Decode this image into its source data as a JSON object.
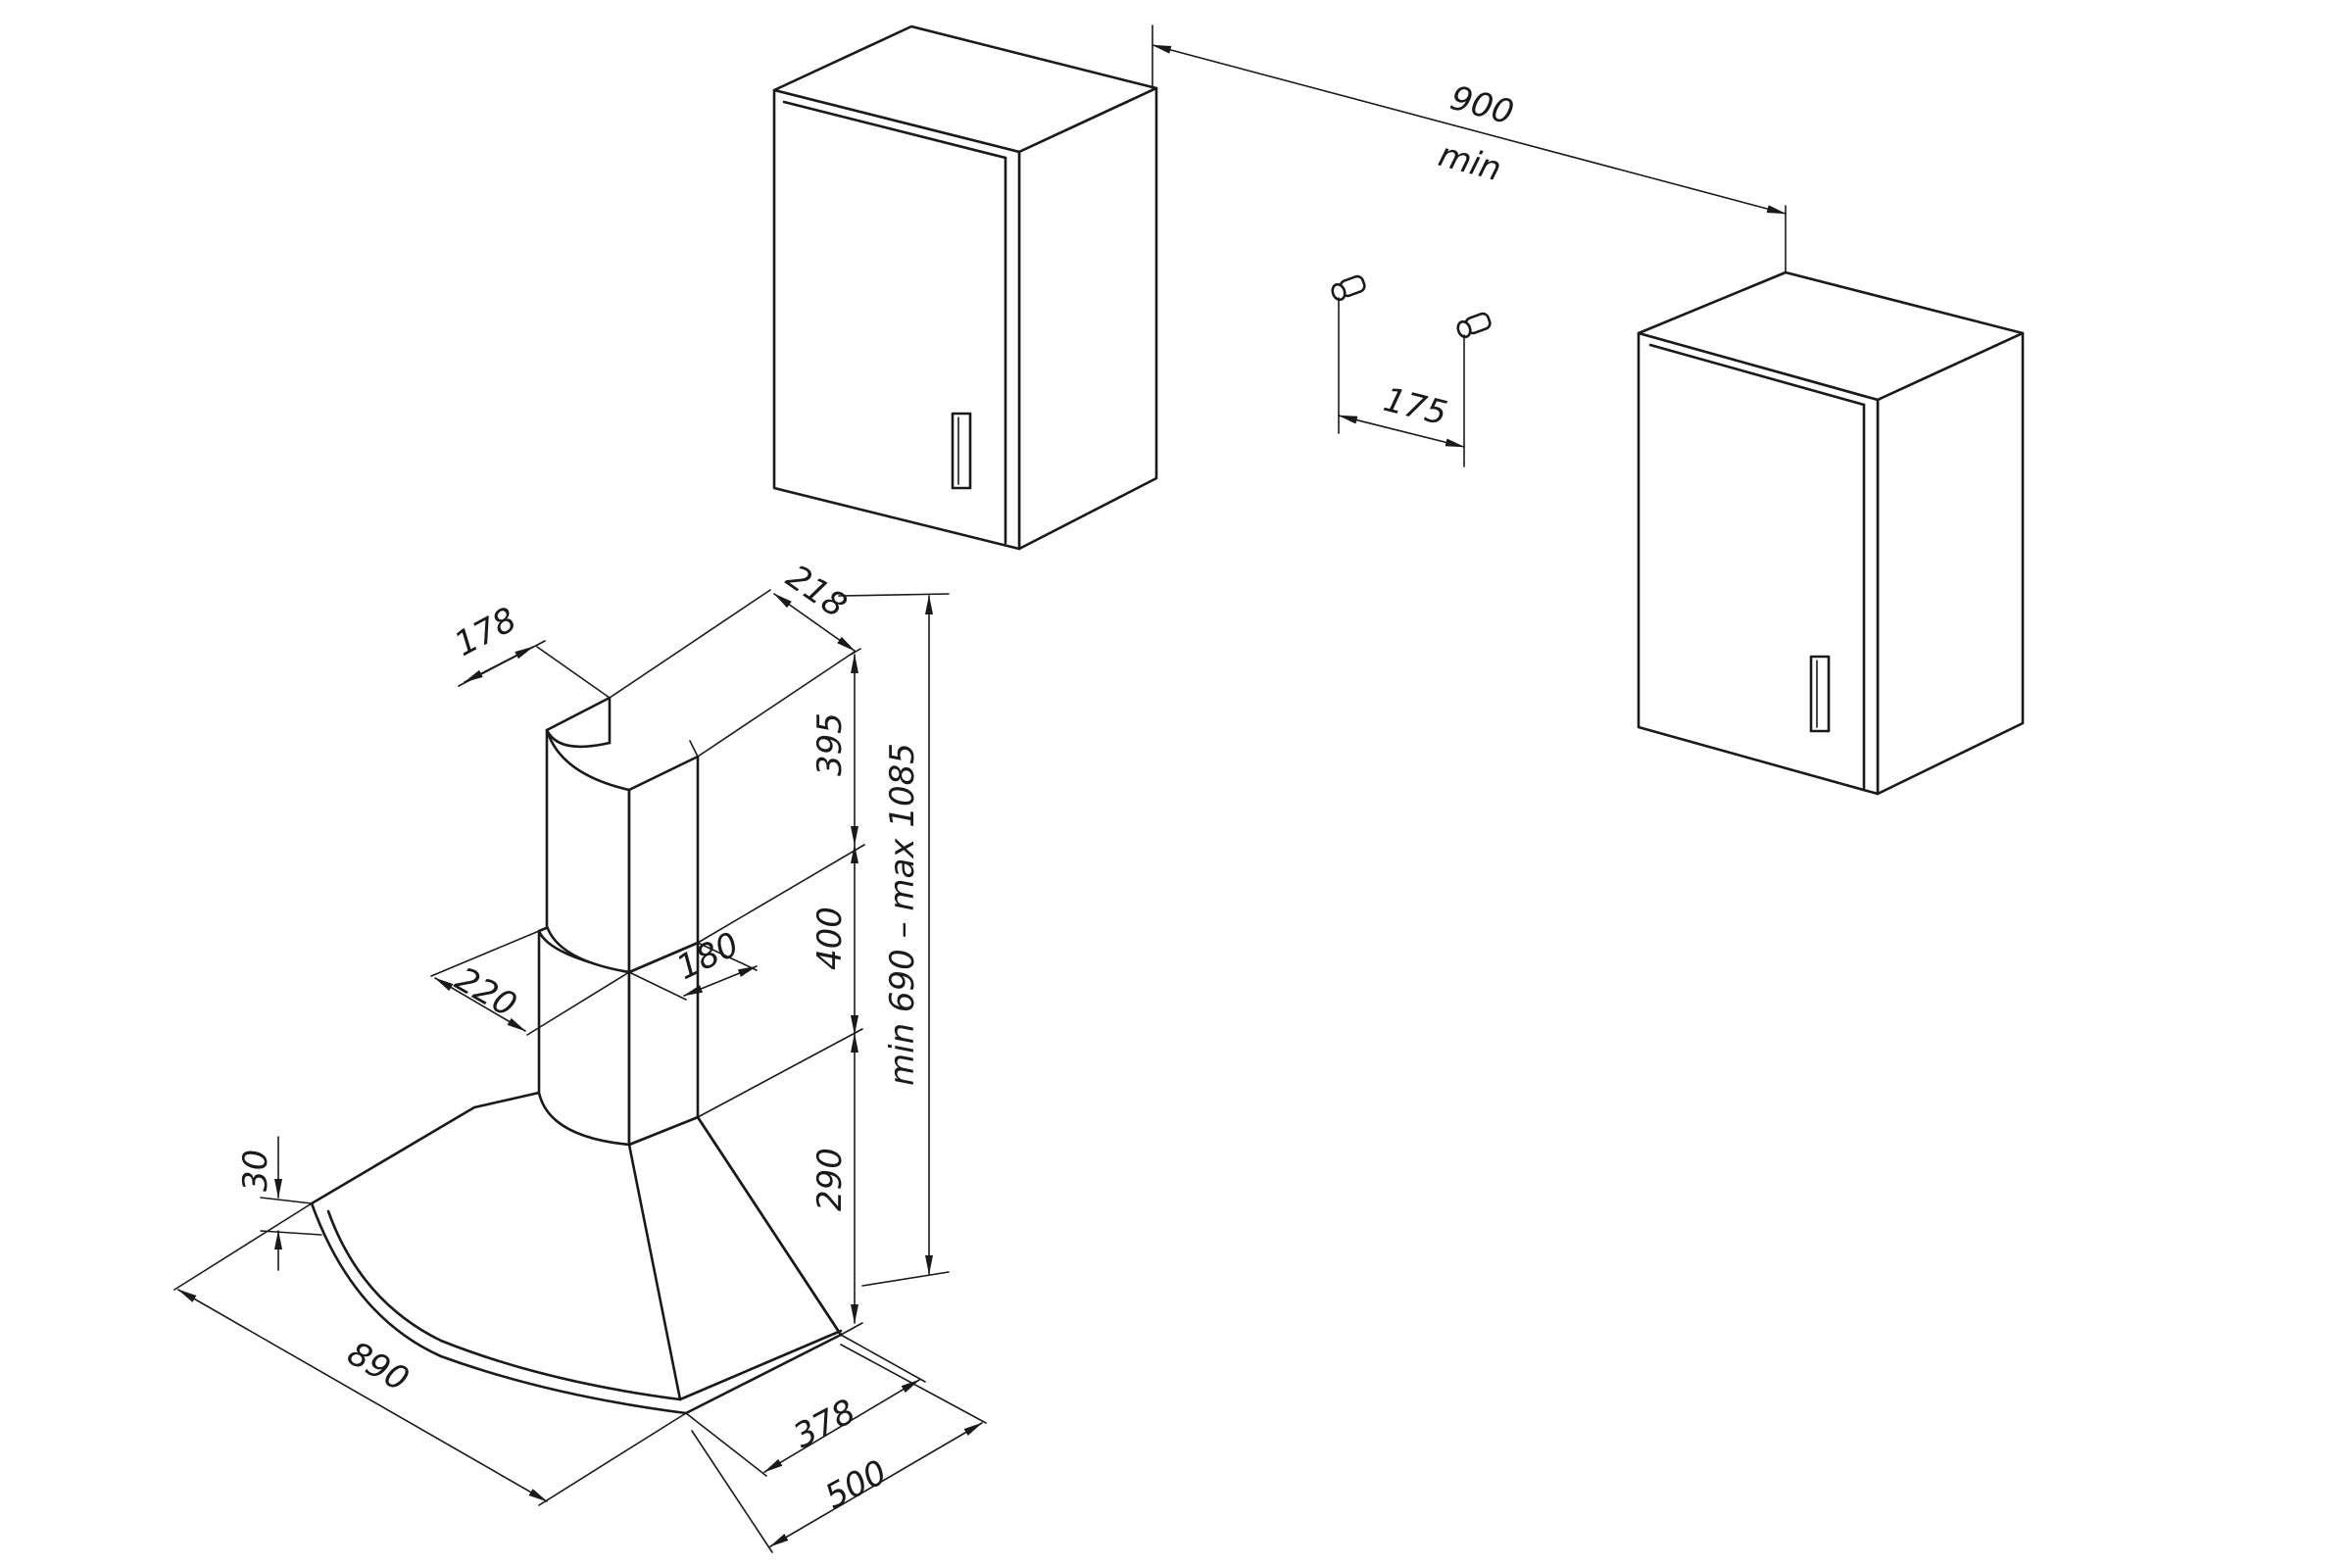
{
  "dimensions": {
    "cabinet_gap": "900",
    "cabinet_gap_note": "min",
    "screw_spacing": "175",
    "chimney_top_depth": "218",
    "chimney_top_width": "178",
    "upper_chimney_height": "395",
    "lower_chimney_height": "400",
    "inner_chimney_width": "220",
    "inner_chimney_depth": "180",
    "total_height_range": "min 690 – max 1085",
    "hood_height": "290",
    "hood_edge_thickness": "30",
    "hood_width": "890",
    "hood_depth_inner": "378",
    "hood_depth_total": "500"
  },
  "colors": {
    "line": "#1a1a1a",
    "background": "#ffffff"
  }
}
